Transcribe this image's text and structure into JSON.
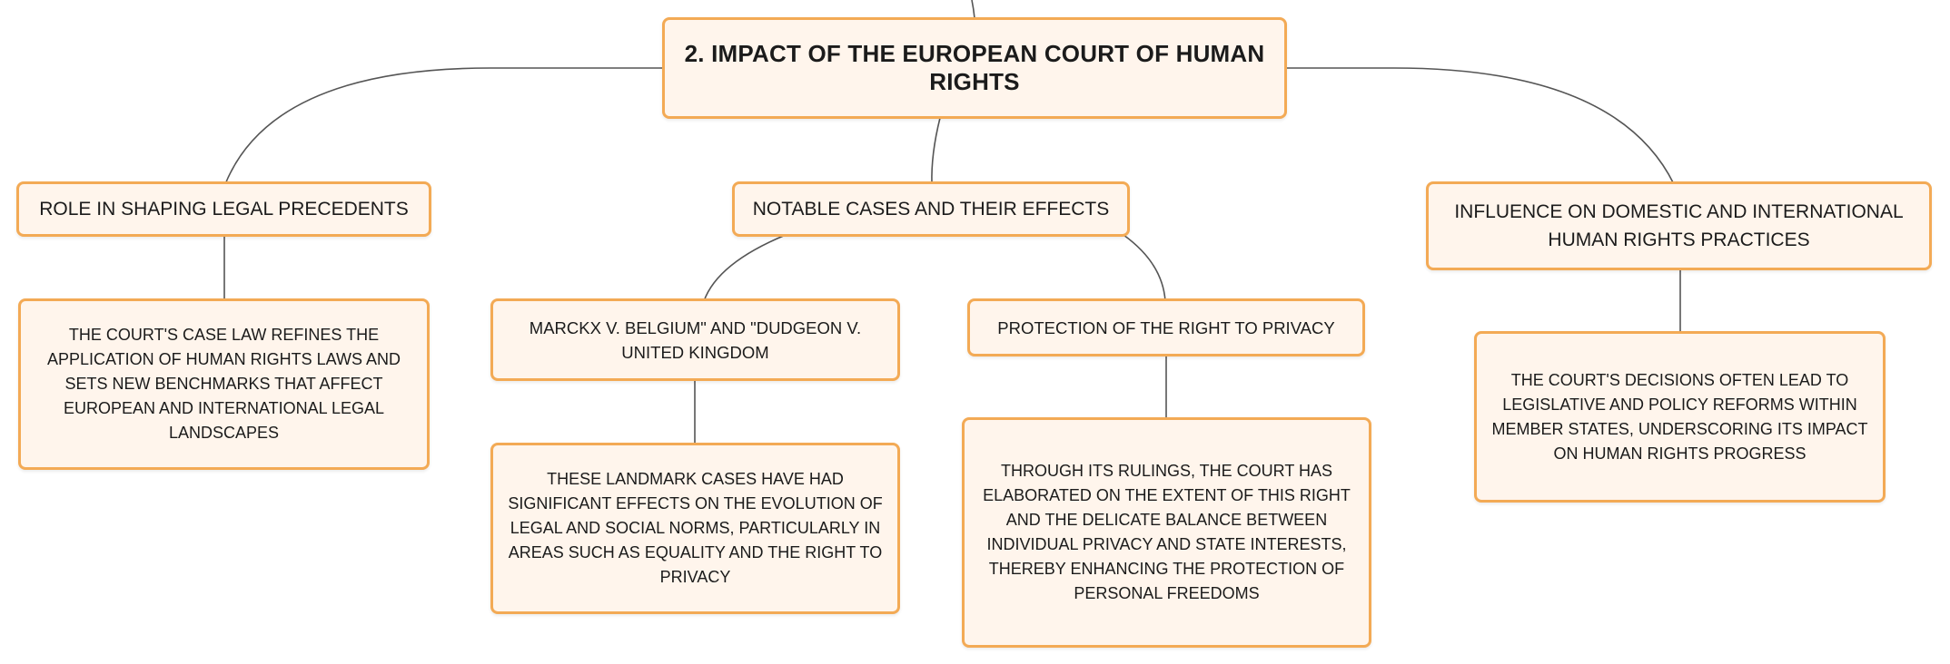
{
  "colors": {
    "node_border": "#f3aa55",
    "node_fill": "#fff5ec",
    "connector": "#555555"
  },
  "root": {
    "label": "2. IMPACT OF THE EUROPEAN COURT OF HUMAN RIGHTS"
  },
  "branches": {
    "precedents": {
      "label": "ROLE IN SHAPING LEGAL PRECEDENTS",
      "detail": "THE COURT'S CASE LAW REFINES THE APPLICATION OF HUMAN RIGHTS LAWS AND SETS NEW BENCHMARKS THAT AFFECT EUROPEAN AND INTERNATIONAL LEGAL LANDSCAPES"
    },
    "cases": {
      "label": "NOTABLE CASES AND THEIR EFFECTS",
      "marckx": {
        "label": "MARCKX V. BELGIUM\" AND \"DUDGEON V. UNITED KINGDOM",
        "detail": "THESE LANDMARK CASES HAVE HAD SIGNIFICANT EFFECTS ON THE EVOLUTION OF LEGAL AND SOCIAL NORMS, PARTICULARLY IN AREAS SUCH AS EQUALITY AND THE RIGHT TO PRIVACY"
      },
      "privacy": {
        "label": "PROTECTION OF THE RIGHT TO PRIVACY",
        "detail": "THROUGH ITS RULINGS, THE COURT HAS ELABORATED ON THE EXTENT OF THIS RIGHT AND THE DELICATE BALANCE BETWEEN INDIVIDUAL PRIVACY AND STATE INTERESTS, THEREBY ENHANCING THE PROTECTION OF PERSONAL FREEDOMS"
      }
    },
    "influence": {
      "label": "INFLUENCE ON DOMESTIC AND INTERNATIONAL HUMAN RIGHTS PRACTICES",
      "detail": "THE COURT'S DECISIONS OFTEN LEAD TO LEGISLATIVE AND POLICY REFORMS WITHIN MEMBER STATES, UNDERSCORING ITS IMPACT ON HUMAN RIGHTS PROGRESS"
    }
  }
}
